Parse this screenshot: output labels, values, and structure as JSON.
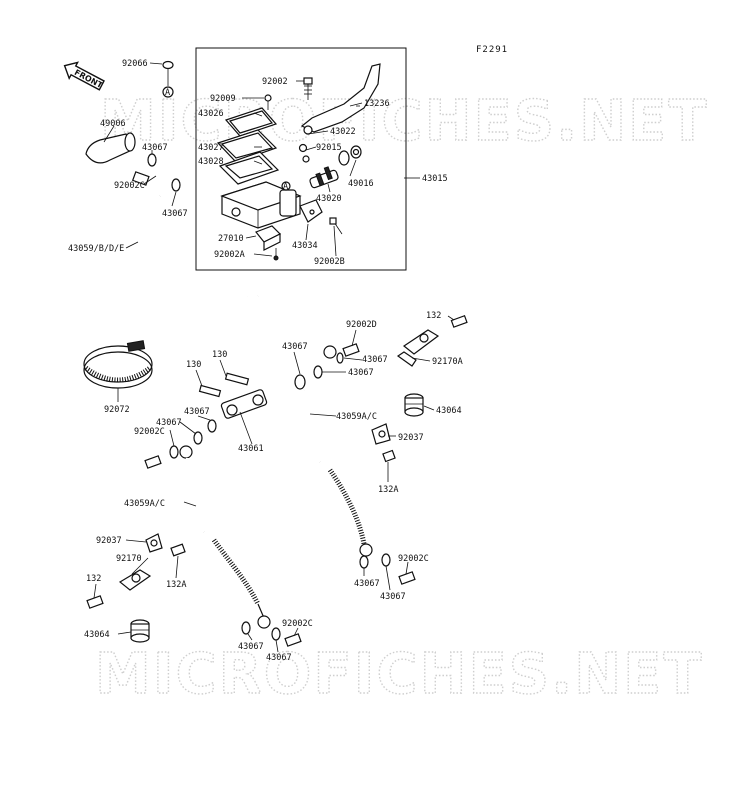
{
  "figure_code": "F2291",
  "watermark": "MICROFICHES.NET",
  "front_arrow": "FRONT",
  "ref_mark": "A",
  "labels": {
    "l92066": "92066",
    "l92002_top": "92002",
    "l92009": "92009",
    "l13236": "13236",
    "l43026": "43026",
    "l43022": "43022",
    "l43027": "43027",
    "l92015": "92015",
    "l43028": "43028",
    "l49016": "49016",
    "l43015": "43015",
    "l43020": "43020",
    "l49006": "49006",
    "l43067_a": "43067",
    "l92002c_a": "92002C",
    "l43067_b": "43067",
    "l27010": "27010",
    "l43034": "43034",
    "l92002a": "92002A",
    "l92002b": "92002B",
    "l43059bde": "43059/B/D/E",
    "l132_top": "132",
    "l92002d": "92002D",
    "l43067_c": "43067",
    "l92170a": "92170A",
    "l43067_d": "43067",
    "l43067_e": "43067",
    "l43064_top": "43064",
    "l130_a": "130",
    "l130_b": "130",
    "l92072": "92072",
    "l43067_f": "43067",
    "l43067_g": "43067",
    "l43059ac_a": "43059A/C",
    "l92002c_b": "92002C",
    "l92037_a": "92037",
    "l43061": "43061",
    "l132a_a": "132A",
    "l43059ac_b": "43059A/C",
    "l92037_b": "92037",
    "l92170": "92170",
    "l132a_b": "132A",
    "l132_b": "132",
    "l92002c_c": "92002C",
    "l43067_h": "43067",
    "l43067_i": "43067",
    "l43064_b": "43064",
    "l43067_j": "43067",
    "l92002c_d": "92002C",
    "l43067_k": "43067"
  }
}
